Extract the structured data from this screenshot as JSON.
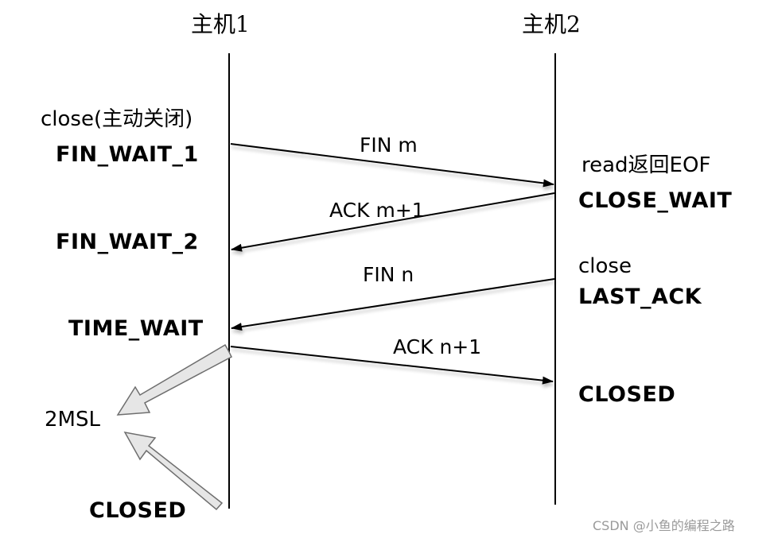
{
  "hosts": {
    "host1": "主机1",
    "host2": "主机2"
  },
  "host1_labels": {
    "close_event": "close(主动关闭)",
    "fin_wait_1": "FIN_WAIT_1",
    "fin_wait_2": "FIN_WAIT_2",
    "time_wait": "TIME_WAIT",
    "two_msl": "2MSL",
    "closed": "CLOSED"
  },
  "host2_labels": {
    "read_eof": "read返回EOF",
    "close_wait": "CLOSE_WAIT",
    "close_event": "close",
    "last_ack": "LAST_ACK",
    "closed": "CLOSED"
  },
  "messages": [
    {
      "label": "FIN m",
      "from": "host1",
      "to": "host2"
    },
    {
      "label": "ACK m+1",
      "from": "host2",
      "to": "host1"
    },
    {
      "label": "FIN n",
      "from": "host2",
      "to": "host1"
    },
    {
      "label": "ACK n+1",
      "from": "host1",
      "to": "host2"
    }
  ],
  "watermark": "CSDN @小鱼的编程之路"
}
